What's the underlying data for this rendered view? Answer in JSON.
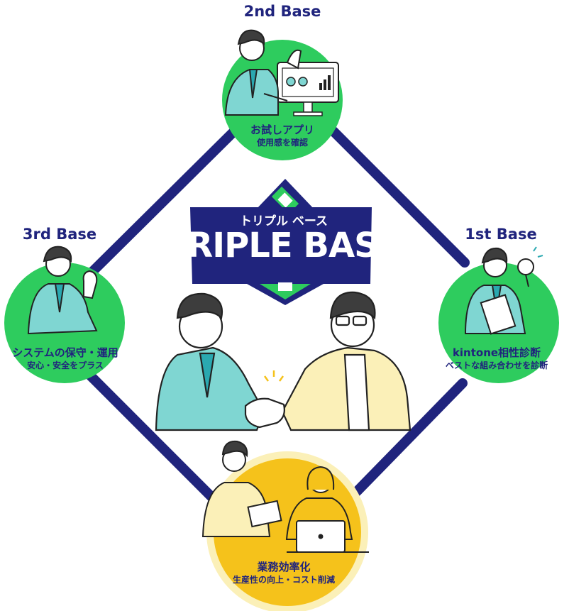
{
  "logo": {
    "kana": "トリプル ベース",
    "title": "TRIPLE BASE"
  },
  "bases": {
    "second": {
      "label": "2nd Base",
      "title": "お試しアプリ",
      "subtitle": "使用感を確認"
    },
    "third": {
      "label": "3rd Base",
      "title": "システムの保守・運用",
      "subtitle": "安心・安全をプラス"
    },
    "first": {
      "label": "1st Base",
      "title": "kintone相性診断",
      "subtitle": "ベストな組み合わせを診断"
    },
    "home": {
      "title": "業務効率化",
      "subtitle": "生産性の向上・コスト削減"
    }
  },
  "colors": {
    "navy": "#20247d",
    "green": "#2ecc5e",
    "yellow": "#f5c21b",
    "pale_yellow": "#fbf0b8",
    "teal": "#7fd6d2",
    "skin": "#ffffff"
  }
}
